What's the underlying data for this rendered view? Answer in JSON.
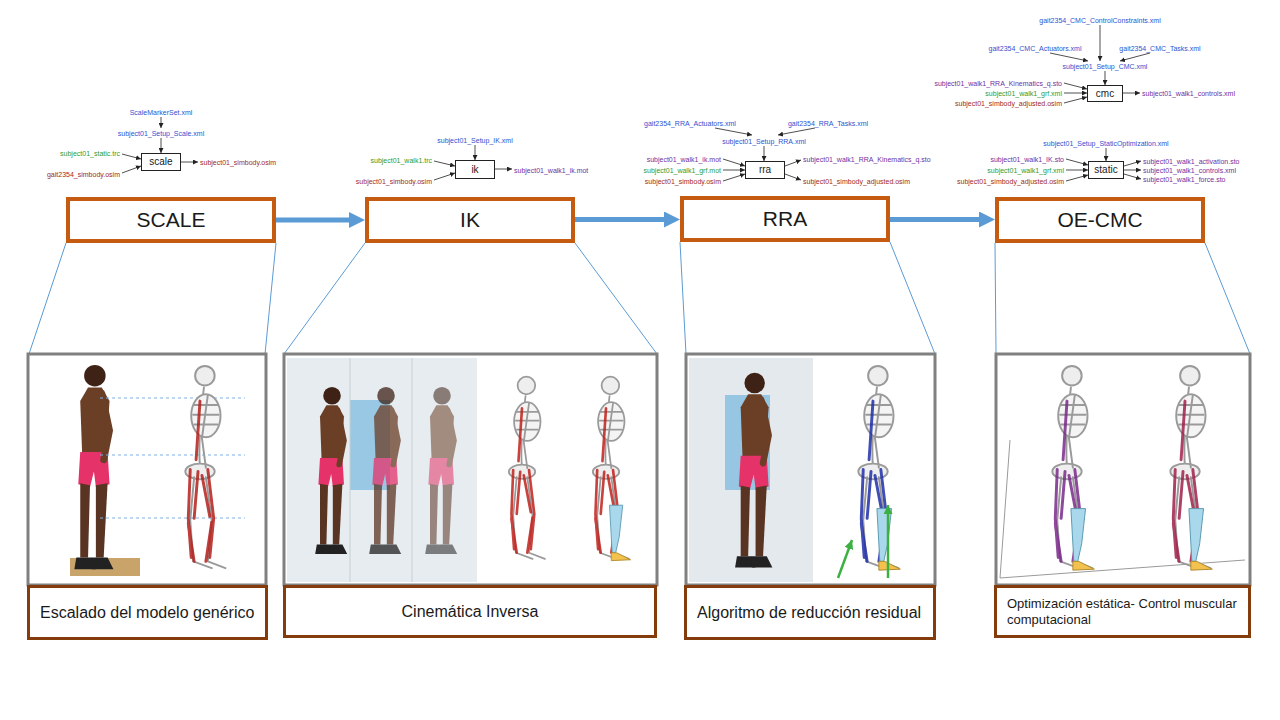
{
  "diagram": {
    "nodes": [
      {
        "text": [
          "scale"
        ]
      },
      {
        "text": [
          "ik"
        ]
      },
      {
        "text": [
          "rra"
        ]
      },
      {
        "text": [
          "cmc"
        ]
      },
      {
        "text": [
          "static"
        ]
      },
      {
        "text": [
          "SCALE"
        ]
      },
      {
        "text": [
          "IK"
        ]
      },
      {
        "text": [
          "RRA"
        ]
      },
      {
        "text": [
          "OE-CMC"
        ]
      },
      {
        "text": [
          "Escalado del modelo genérico"
        ]
      },
      {
        "text": [
          "Cinemática Inversa"
        ]
      },
      {
        "text": [
          "Algoritmo de reducción residual"
        ]
      },
      {
        "text": [
          "Optimización estática- Control muscular computacional"
        ]
      }
    ],
    "edges": [
      {
        "from": 5,
        "to": 6,
        "arrow": "to"
      },
      {
        "from": 6,
        "to": 7,
        "arrow": "to"
      },
      {
        "from": 7,
        "to": 8,
        "arrow": "to"
      }
    ],
    "labels": [
      "ScaleMarkerSet.xml",
      "subject01_Setup_Scale.xml",
      "subject01_static.trc",
      "gait2354_simbody.osim",
      "subject01_simbody.osim",
      "subject01_Setup_IK.xml",
      "subject01_walk1.trc",
      "subject01_simbody.osim",
      "subject01_walk1_ik.mot",
      "gait2354_RRA_Actuators.xml",
      "gait2354_RRA_Tasks.xml",
      "subject01_Setup_RRA.xml",
      "subject01_walk1_ik.mot",
      "subject01_walk1_grf.mot",
      "subject01_simbody.osim",
      "subject01_walk1_RRA_Kinematics_q.sto",
      "subject01_simbody_adjusted.osim",
      "gait2354_CMC_ControlConstraints.xml",
      "gait2354_CMC_Actuators.xml",
      "gait2354_CMC_Tasks.xml",
      "subject01_Setup_CMC.xml",
      "subject01_walk1_RRA_Kinematics_q.sto",
      "subject01_walk1_grf.xml",
      "subject01_simbody_adjusted.osim",
      "subject01_walk1_controls.xml",
      "subject01_Setup_StaticOptimization.xml",
      "subject01_walk1_IK.sto",
      "subject01_walk1_grf.xml",
      "subject01_simbody_adjusted.osim",
      "subject01_walk1_activation.sto",
      "subject01_walk1_controls.xml",
      "subject01_walk1_force.sto"
    ]
  }
}
